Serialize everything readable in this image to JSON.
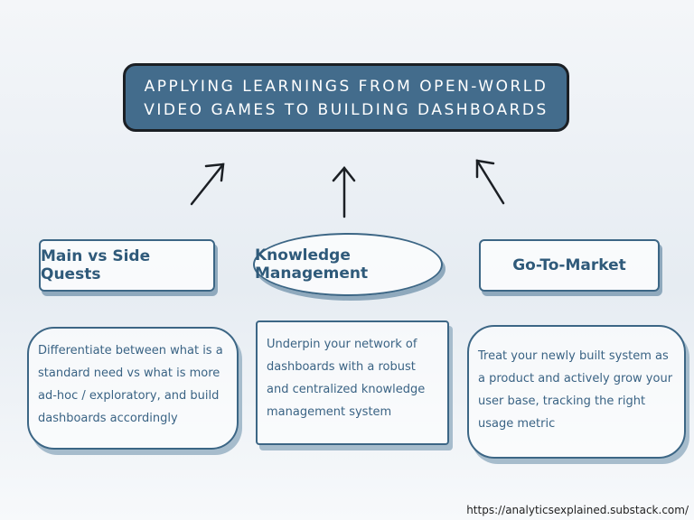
{
  "title": "APPLYING LEARNINGS FROM OPEN-WORLD VIDEO GAMES TO BUILDING DASHBOARDS",
  "columns": [
    {
      "heading": "Main vs Side Quests",
      "text": "Differentiate between what is a standard need vs what is more ad-hoc / exploratory, and build dashboards accordingly"
    },
    {
      "heading": "Knowledge Management",
      "text": "Underpin your network of dashboards with a robust and centralized knowledge management system"
    },
    {
      "heading": "Go-To-Market",
      "text": "Treat your newly built system as a product and actively grow your user base, tracking the right usage metric"
    }
  ],
  "url": "https://analyticsexplained.substack.com/",
  "colors": {
    "accent": "#436c8c",
    "text": "#3a6384"
  }
}
